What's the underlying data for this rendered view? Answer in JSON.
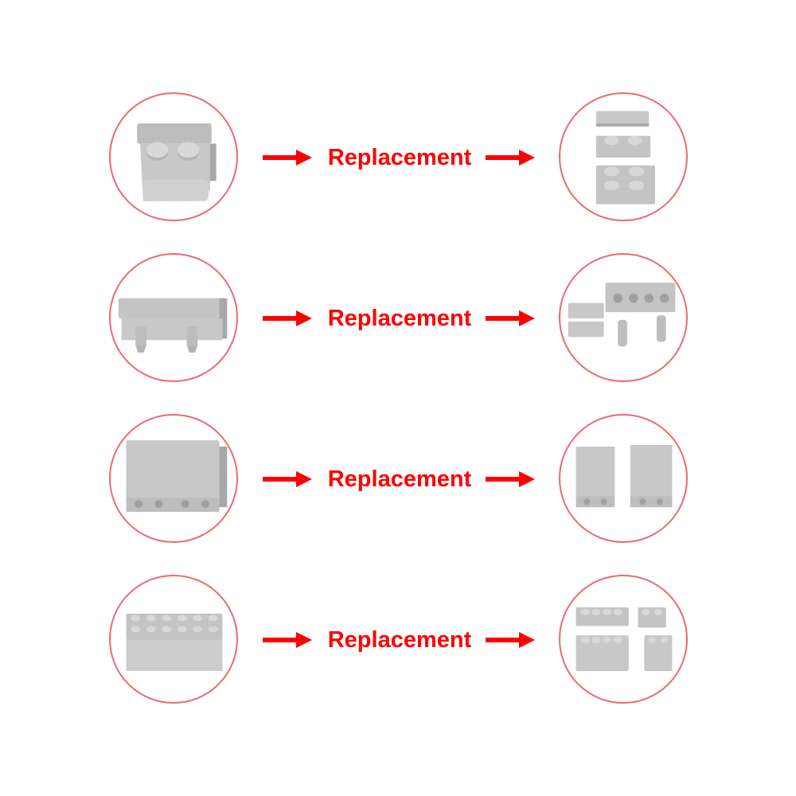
{
  "accent_color": "#ff0000",
  "circle_border_color": "#ec6b6b",
  "brick_color": "#c4c4c4",
  "rows": [
    {
      "label": "Replacement",
      "left_icon": "sloped-brick-with-studs-icon",
      "right_icon": "tile-and-plates-icon"
    },
    {
      "label": "Replacement",
      "left_icon": "panel-with-pins-icon",
      "right_icon": "technic-brick-and-pins-icon"
    },
    {
      "label": "Replacement",
      "left_icon": "large-slope-with-holes-icon",
      "right_icon": "two-slopes-with-holes-icon"
    },
    {
      "label": "Replacement",
      "left_icon": "wide-slope-with-studs-icon",
      "right_icon": "four-slope-pieces-icon"
    }
  ]
}
